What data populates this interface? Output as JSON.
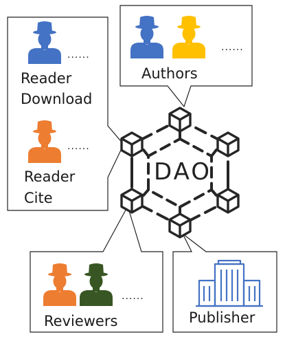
{
  "panels": {
    "authors": {
      "label": "Authors",
      "more": "......"
    },
    "readers": {
      "download_label_line1": "Reader",
      "download_label_line2": "Download",
      "cite_label_line1": "Reader",
      "cite_label_line2": "Cite",
      "more_top": "......",
      "more_bottom": "......"
    },
    "reviewers": {
      "label": "Reviewers",
      "more": "......"
    },
    "publisher": {
      "label": "Publisher"
    }
  },
  "center": {
    "label": "DAO"
  },
  "colors": {
    "author_blue": "#4472c4",
    "author_yellow": "#ffc000",
    "reader_blue": "#4472c4",
    "reader_orange": "#ed7d31",
    "reviewer_orange": "#ed7d31",
    "reviewer_green": "#375623",
    "publisher_blue": "#4472c4",
    "network": "#262626"
  },
  "icons": [
    "person-icon",
    "cube-icon",
    "building-icon"
  ]
}
